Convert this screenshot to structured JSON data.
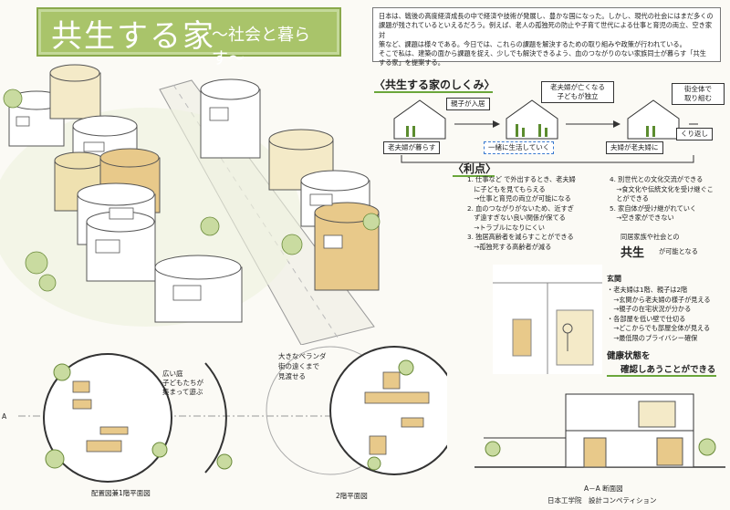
{
  "header": {
    "title": "共生する家",
    "subtitle": "〜社会と暮らす〜"
  },
  "intro": {
    "line1": "日本は、戦後の高度経済成長の中で経済や技術が発展し、豊かな国になった。しかし、現代の社会にはまだ多くの",
    "line2": "課題が残されているといえるだろう。例えば、老人の孤独死の防止や子育て世代による仕事と育児の両立、空き家対",
    "line3": "策など、課題は様々である。今日では、これらの課題を解決するための取り組みや政策が行われている。",
    "line4": "そこで私は、建築の面から課題を捉え、少しでも解決できるよう、血のつながりのない家族同士が暮らす「共生",
    "line5": "する家」を提案する。"
  },
  "mechanism": {
    "title": "〈共生する家のしくみ〉",
    "step1_bottom": "老夫婦が暮らす",
    "arrow1": "親子が入居",
    "step2_bottom": "一緒に生活していく",
    "arrow2_line1": "老夫婦が亡くなる",
    "arrow2_line2": "子どもが独立",
    "step3_bottom": "夫婦が老夫婦に",
    "side_line1": "街全体で",
    "side_line2": "取り組む",
    "repeat": "くり返し"
  },
  "benefits": {
    "title": "〈利点〉",
    "left": [
      "1. 仕事など で外出するとき、老夫婦",
      "　に子どもを見てもらえる",
      "　→仕事と育児の両立が可能になる",
      "2. 血のつながりがないため、近すぎ",
      "　ず遠すぎない良い関係が保てる",
      "　→トラブルになりにくい",
      "3. 独居高齢者を減らすことができる",
      "　→孤独死する高齢者が減る"
    ],
    "right": [
      "4. 別世代との文化交流ができる",
      "　→食文化や伝統文化を受け継ぐこ",
      "　とができる",
      "5. 家自体が受け継がれていく",
      "　→空き家ができない"
    ],
    "coexist_pre": "同居家族や社会との",
    "coexist_big": "共生",
    "coexist_post": "が可能となる"
  },
  "entrance": {
    "title": "玄関",
    "lines": [
      "・老夫婦は1階、親子は2階",
      "　→玄関から老夫婦の様子が見える",
      "　→親子の在宅状況が分かる",
      "・各部屋を低い壁で仕切る",
      "　→どこからでも部屋全体が見える",
      "　→最低限のプライバシー確保"
    ],
    "health1": "健康状態を",
    "health2": "確認しあうことができる"
  },
  "plans": {
    "garden1": "広い庭",
    "garden2": "子どもたちが",
    "garden3": "集まって遊ぶ",
    "balcony1": "大きなベランダ",
    "balcony2": "街の遠くまで",
    "balcony3": "見渡せる",
    "caption1": "配置図兼1階平面図",
    "caption2": "2階平面図",
    "marker_a": "A",
    "section_caption": "A－A 断面図"
  },
  "footer": {
    "org": "日本工学院　設計コンペティション"
  },
  "colors": {
    "accent_green": "#a9c46a",
    "line_green": "#6aa63a",
    "wood": "#e8c98a"
  }
}
